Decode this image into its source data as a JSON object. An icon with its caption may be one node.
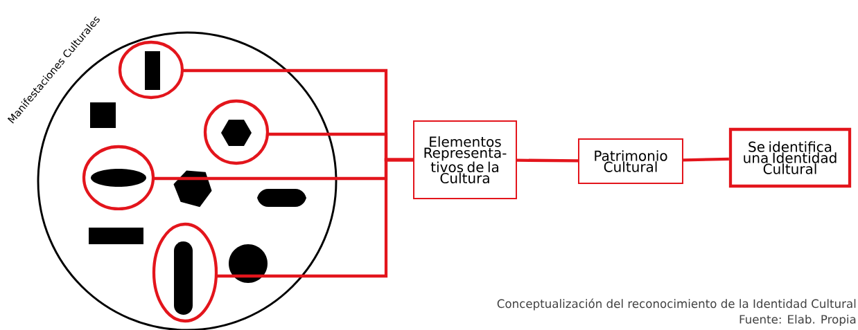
{
  "diagram": {
    "nodes": [
      {
        "text": [
          "Manifestaciones Culturales"
        ]
      },
      {
        "text": [],
        "shape": "circle",
        "in": 0
      },
      {
        "text": [],
        "shape": "circle",
        "in": 0
      },
      {
        "text": [],
        "shape": "circle",
        "in": 0
      },
      {
        "text": [],
        "shape": "circle",
        "in": 0
      },
      {
        "text": [
          "Elementos Representa-tivos de la Cultura"
        ]
      },
      {
        "text": [
          "Patrimonio Cultural"
        ]
      },
      {
        "text": [
          "Se identifica una Identidad Cultural"
        ]
      }
    ],
    "edges": [
      {
        "from": 1,
        "to": 5,
        "arrow": "none"
      },
      {
        "from": 2,
        "to": 5,
        "arrow": "none"
      },
      {
        "from": 3,
        "to": 5,
        "arrow": "none"
      },
      {
        "from": 4,
        "to": 5,
        "arrow": "none"
      },
      {
        "from": 5,
        "to": 6,
        "arrow": "none"
      },
      {
        "from": 6,
        "to": 7,
        "arrow": "none"
      }
    ],
    "labels": [
      "Conceptualización del reconocimiento de la Identidad Cultural",
      "Fuente: Elab. Propia"
    ]
  }
}
